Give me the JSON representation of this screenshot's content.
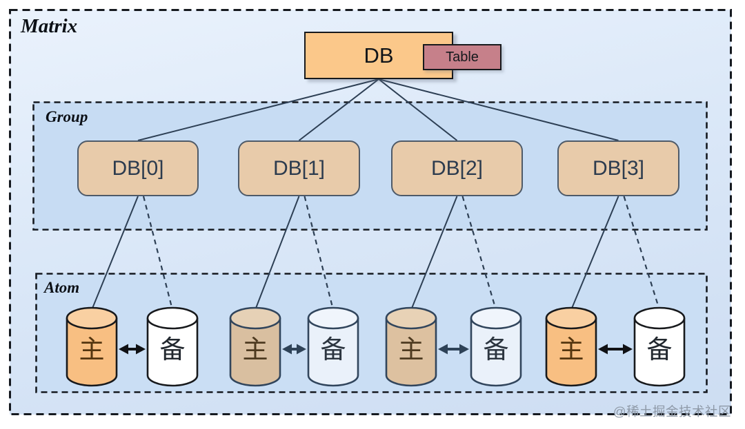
{
  "matrix": {
    "label": "Matrix"
  },
  "top_node": {
    "label": "DB"
  },
  "table_node": {
    "label": "Table"
  },
  "group": {
    "label": "Group",
    "nodes": [
      {
        "label": "DB[0]"
      },
      {
        "label": "DB[1]"
      },
      {
        "label": "DB[2]"
      },
      {
        "label": "DB[3]"
      }
    ]
  },
  "atom": {
    "label": "Atom",
    "pairs": [
      {
        "primary": {
          "label": "主",
          "fill": "#f8bf82",
          "top_fill": "#f9d0a2",
          "stroke": "#17191c",
          "text_color": "#53350f"
        },
        "secondary": {
          "label": "备",
          "fill": "#ffffff",
          "top_fill": "#ffffff",
          "stroke": "#17191c",
          "text_color": "#22282f"
        },
        "arrow_color": "#101114"
      },
      {
        "primary": {
          "label": "主",
          "fill": "#d9bfa0",
          "top_fill": "#e6d1b6",
          "stroke": "#31455c",
          "text_color": "#4d3a20"
        },
        "secondary": {
          "label": "备",
          "fill": "#eaf1fa",
          "top_fill": "#f0f5fc",
          "stroke": "#31455c",
          "text_color": "#2c3540"
        },
        "arrow_color": "#2e4257"
      },
      {
        "primary": {
          "label": "主",
          "fill": "#ddc1a0",
          "top_fill": "#e8d2b6",
          "stroke": "#31455c",
          "text_color": "#4d3a20"
        },
        "secondary": {
          "label": "备",
          "fill": "#eaf1fa",
          "top_fill": "#f0f5fc",
          "stroke": "#31455c",
          "text_color": "#2c3540"
        },
        "arrow_color": "#2e4257"
      },
      {
        "primary": {
          "label": "主",
          "fill": "#f8bf82",
          "top_fill": "#f9d0a2",
          "stroke": "#17191c",
          "text_color": "#53350f"
        },
        "secondary": {
          "label": "备",
          "fill": "#ffffff",
          "top_fill": "#ffffff",
          "stroke": "#17191c",
          "text_color": "#22282f"
        },
        "arrow_color": "#101114"
      }
    ]
  },
  "watermark": {
    "text": "@稀土掘金技术社区"
  },
  "colors": {
    "connector": "#2d3f54",
    "dashed_border": "#15191f",
    "matrix_bg_top": "#eaf2fc",
    "matrix_bg_bottom": "#cdddf2",
    "group_bg": "#c7dcf3",
    "atom_bg": "#cadef4",
    "db_fill": "#fbc88a",
    "table_fill": "#c6808a",
    "group_node_fill": "#e8cbaa"
  }
}
